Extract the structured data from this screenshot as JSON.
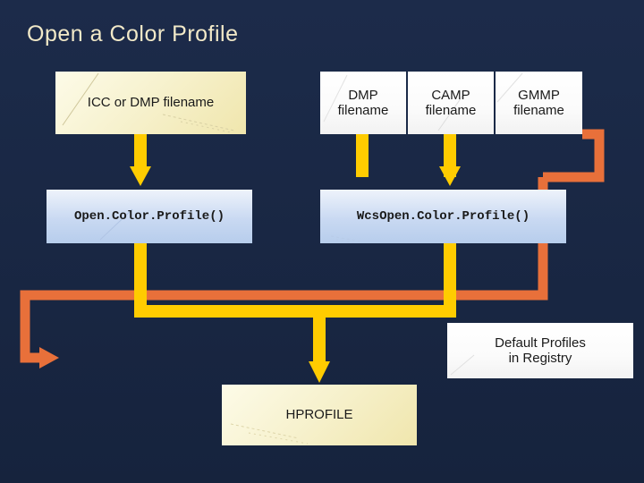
{
  "slide": {
    "title": "Open a Color Profile",
    "background_color": "#1b2a49",
    "title_color": "#f2e9c8"
  },
  "colors": {
    "arrow_yellow": "#ffcc00",
    "arrow_orange": "#e8703a",
    "box_cream": "#f5efc6",
    "box_blue": "#c9d9f2",
    "box_white": "#ffffff"
  },
  "nodes": [
    {
      "id": "icc-dmp-filename",
      "label": "ICC or DMP filename",
      "style": "cream"
    },
    {
      "id": "dmp-filename",
      "label": "DMP\nfilename",
      "line1": "DMP",
      "line2": "filename",
      "style": "white"
    },
    {
      "id": "camp-filename",
      "label": "CAMP\nfilename",
      "line1": "CAMP",
      "line2": "filename",
      "style": "white"
    },
    {
      "id": "gmmp-filename",
      "label": "GMMP\nfilename",
      "line1": "GMMP",
      "line2": "filename",
      "style": "white"
    },
    {
      "id": "open-color-profile",
      "label": "Open.Color.Profile()",
      "style": "blue"
    },
    {
      "id": "wcs-open-color-profile",
      "label": "WcsOpen.Color.Profile()",
      "style": "blue"
    },
    {
      "id": "default-profiles-registry",
      "label": "Default Profiles\nin Registry",
      "line1": "Default Profiles",
      "line2": "in Registry",
      "style": "white"
    },
    {
      "id": "hprofile",
      "label": "HPROFILE",
      "style": "cream"
    }
  ],
  "edges": [
    {
      "from": "icc-dmp-filename",
      "to": "open-color-profile",
      "color": "#ffcc00"
    },
    {
      "from": "dmp-filename",
      "to": "wcs-open-color-profile",
      "color": "#ffcc00"
    },
    {
      "from": "camp-filename",
      "to": "wcs-open-color-profile",
      "color": "#ffcc00"
    },
    {
      "from": "gmmp-filename",
      "to": "wcs-open-color-profile",
      "color": "#e8703a"
    },
    {
      "from": "open-color-profile",
      "to": "hprofile",
      "color": "#ffcc00"
    },
    {
      "from": "wcs-open-color-profile",
      "to": "hprofile",
      "color": "#ffcc00"
    },
    {
      "from": "default-profiles-registry",
      "to": "wcs-open-color-profile",
      "color": "#e8703a"
    }
  ]
}
